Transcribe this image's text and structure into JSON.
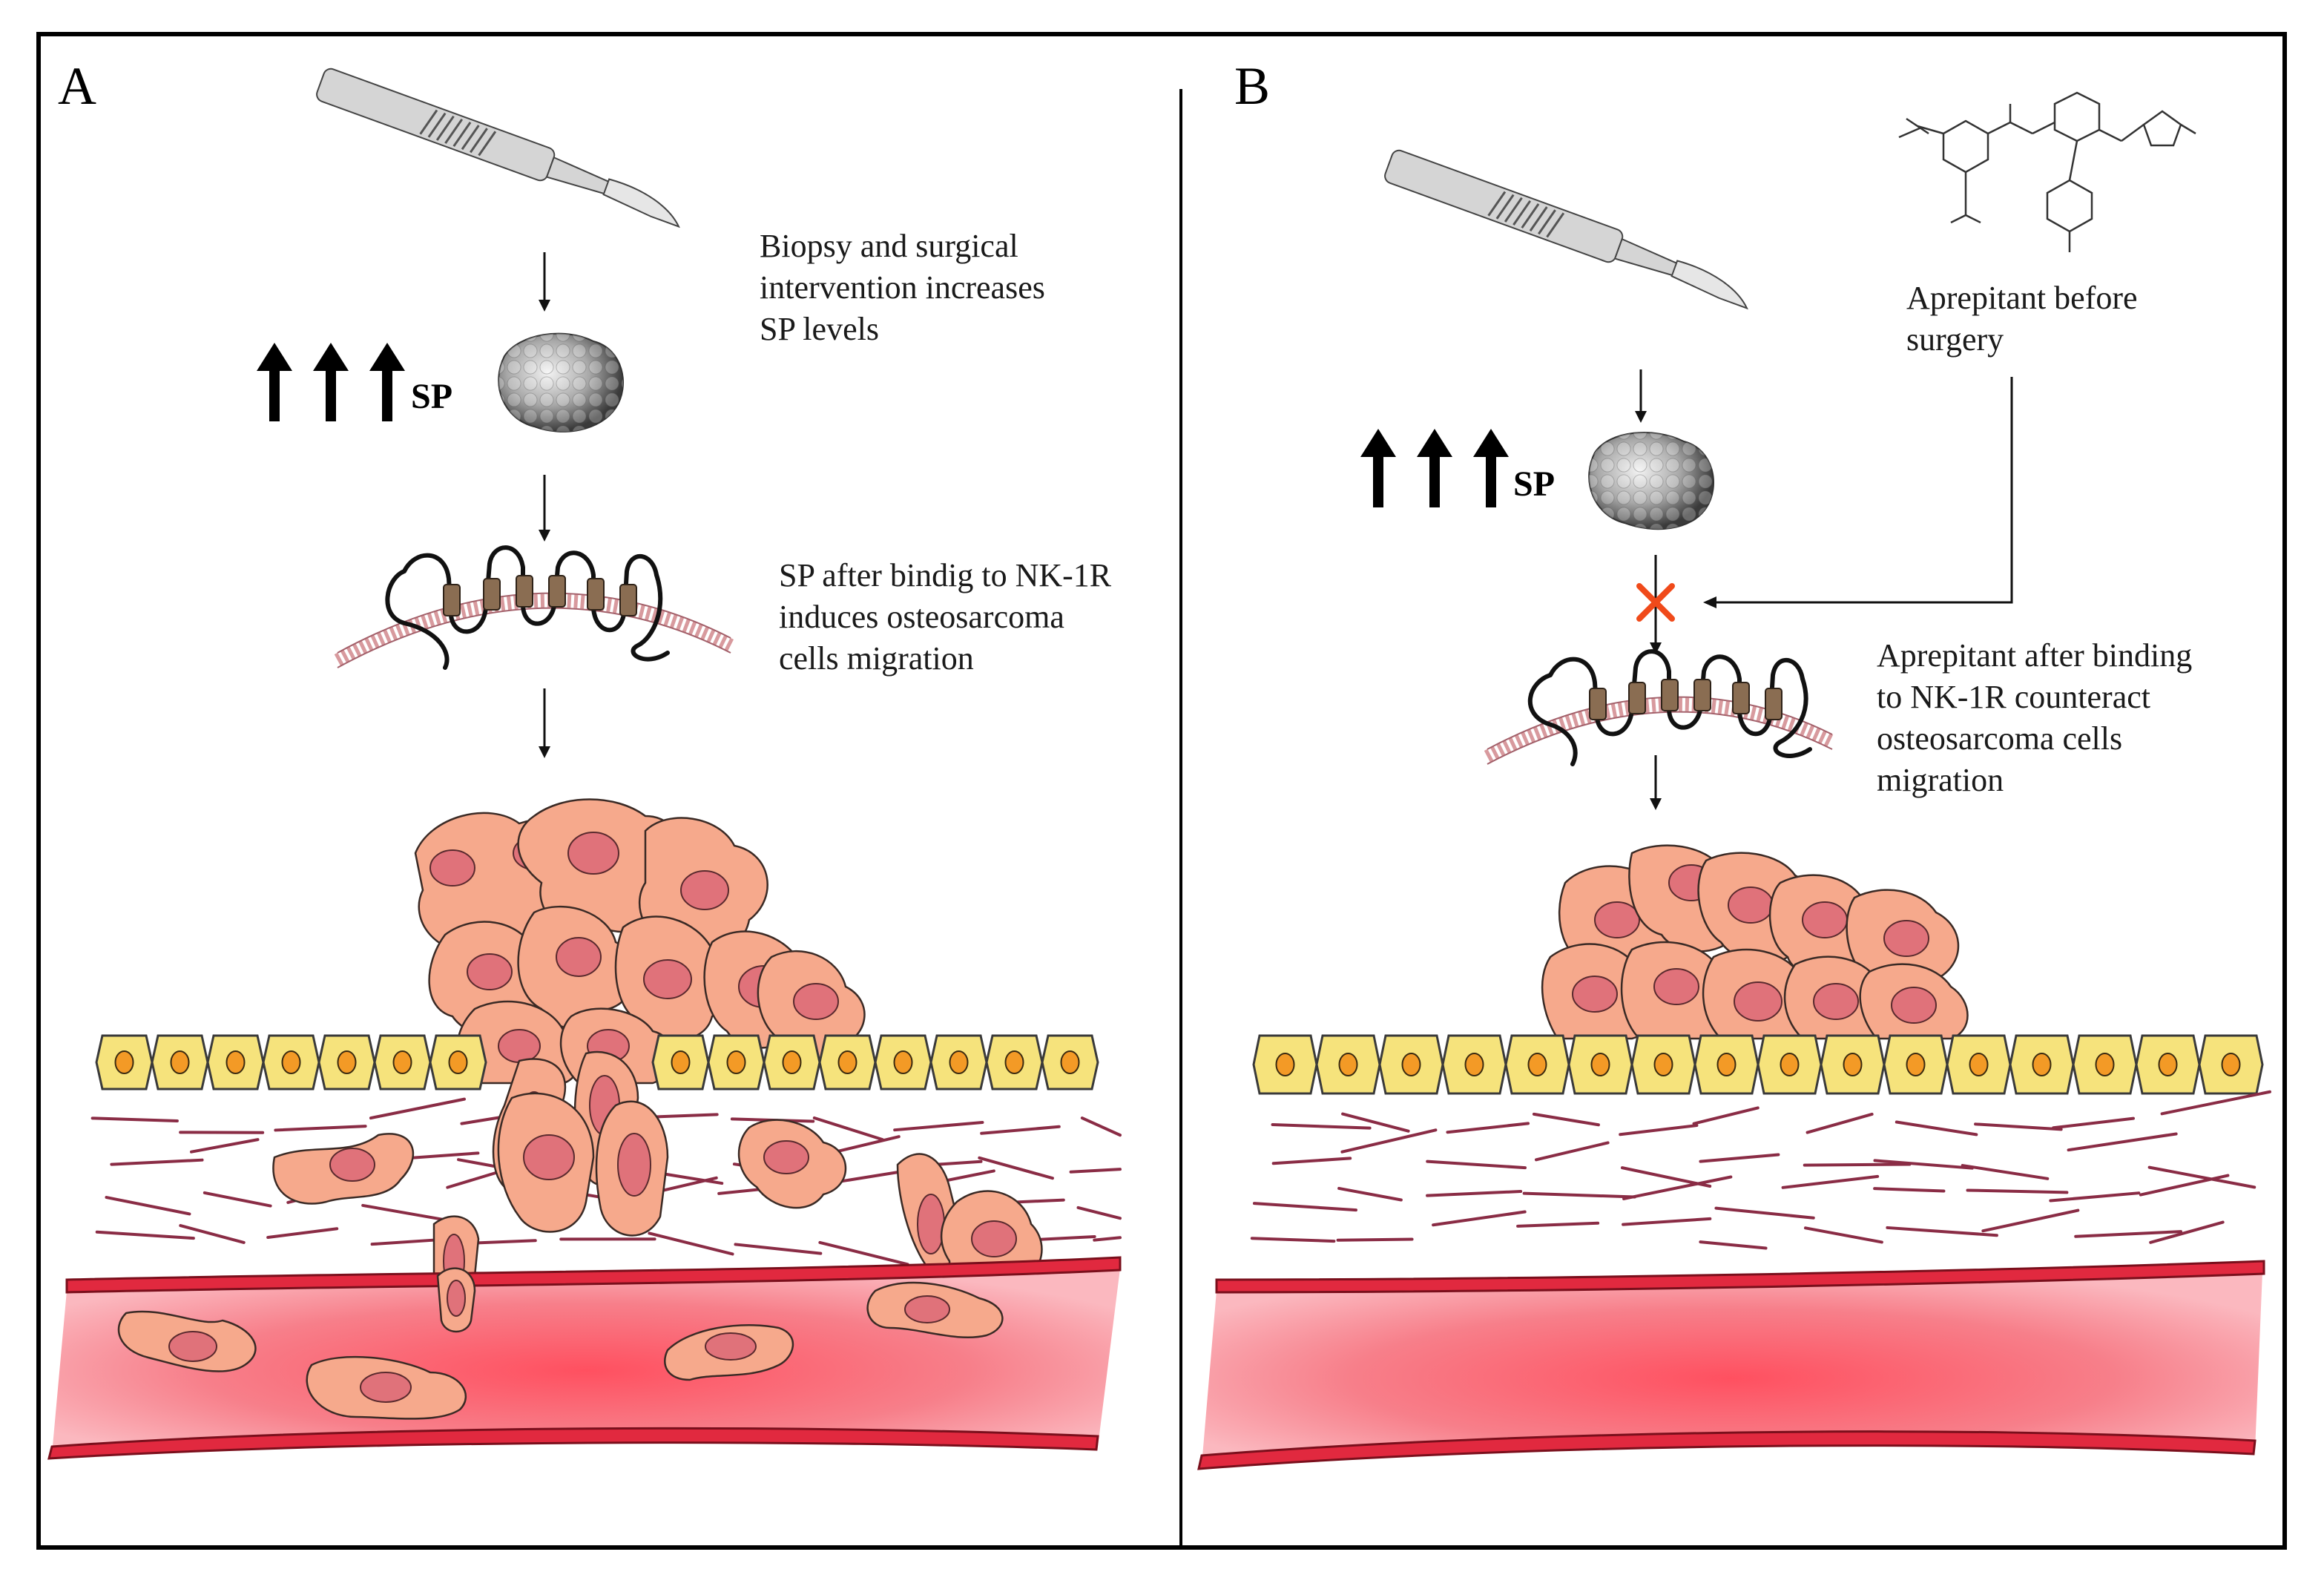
{
  "panels": {
    "a": {
      "letter": "A",
      "caption_intervention": [
        "Biopsy and surgical",
        "intervention increases",
        "SP levels"
      ],
      "sp_label": "SP",
      "caption_binding": [
        "SP after bindig to NK-1R",
        "induces osteosarcoma",
        "cells migration"
      ]
    },
    "b": {
      "letter": "B",
      "caption_drug": [
        "Aprepitant before",
        "surgery"
      ],
      "sp_label": "SP",
      "caption_binding": [
        "Aprepitant after binding",
        "to NK-1R counteract",
        "osteosarcoma cells",
        "migration"
      ]
    }
  },
  "colors": {
    "epithelium": "#f6e37c",
    "tumor_cell": "#f6a98c",
    "nucleus": "#e0727a",
    "vessel": "#e1293f",
    "fiber": "#8a2c45",
    "block_mark": "#f04a1a"
  },
  "icons": [
    "scalpel-icon",
    "substance-p-molecule-icon",
    "nk1-receptor-icon",
    "aprepitant-structure-icon",
    "block-x-icon"
  ]
}
